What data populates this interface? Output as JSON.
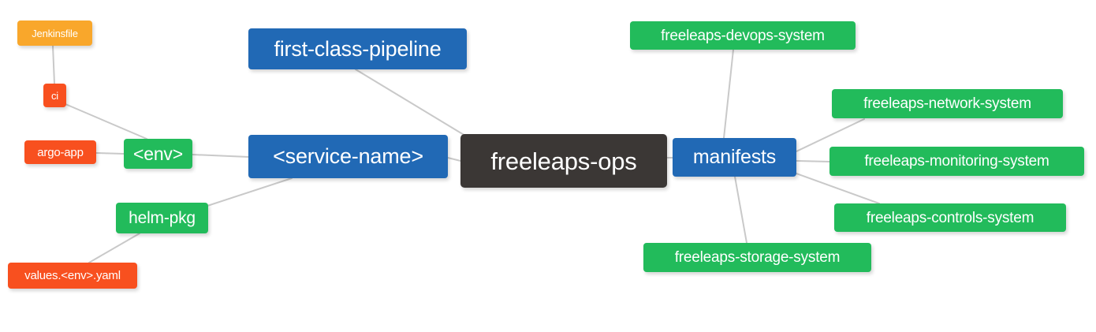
{
  "diagram": {
    "type": "mindmap",
    "root": "freeleaps-ops",
    "background": "#ffffff",
    "edge_color": "#c9c9c9",
    "palette": {
      "root": "#3b3735",
      "blue": "#2169b5",
      "green": "#22bb5b",
      "orange": "#f9a72b",
      "red": "#f8501f",
      "text": "#ffffff"
    }
  },
  "nodes": {
    "root": {
      "label": "freeleaps-ops",
      "color": "#3b3735"
    },
    "service_name": {
      "label": "<service-name>",
      "color": "#2169b5"
    },
    "manifests": {
      "label": "manifests",
      "color": "#2169b5"
    },
    "first_class_pipeline": {
      "label": "first-class-pipeline",
      "color": "#2169b5"
    },
    "env": {
      "label": "<env>",
      "color": "#22bb5b"
    },
    "helm_pkg": {
      "label": "helm-pkg",
      "color": "#22bb5b"
    },
    "devops_system": {
      "label": "freeleaps-devops-system",
      "color": "#22bb5b"
    },
    "network_system": {
      "label": "freeleaps-network-system",
      "color": "#22bb5b"
    },
    "monitoring_system": {
      "label": "freeleaps-monitoring-system",
      "color": "#22bb5b"
    },
    "controls_system": {
      "label": "freeleaps-controls-system",
      "color": "#22bb5b"
    },
    "storage_system": {
      "label": "freeleaps-storage-system",
      "color": "#22bb5b"
    },
    "jenkinsfile": {
      "label": "Jenkinsfile",
      "color": "#f9a72b"
    },
    "ci": {
      "label": "ci",
      "color": "#f8501f"
    },
    "argo_app": {
      "label": "argo-app",
      "color": "#f8501f"
    },
    "values_yaml": {
      "label": "values.<env>.yaml",
      "color": "#f8501f"
    }
  },
  "edges": [
    {
      "from": "root",
      "to": "service_name"
    },
    {
      "from": "root",
      "to": "first_class_pipeline"
    },
    {
      "from": "root",
      "to": "manifests"
    },
    {
      "from": "service_name",
      "to": "env"
    },
    {
      "from": "service_name",
      "to": "helm_pkg"
    },
    {
      "from": "env",
      "to": "argo_app"
    },
    {
      "from": "env",
      "to": "ci"
    },
    {
      "from": "ci",
      "to": "jenkinsfile"
    },
    {
      "from": "helm_pkg",
      "to": "values_yaml"
    },
    {
      "from": "manifests",
      "to": "devops_system"
    },
    {
      "from": "manifests",
      "to": "network_system"
    },
    {
      "from": "manifests",
      "to": "monitoring_system"
    },
    {
      "from": "manifests",
      "to": "controls_system"
    },
    {
      "from": "manifests",
      "to": "storage_system"
    }
  ]
}
